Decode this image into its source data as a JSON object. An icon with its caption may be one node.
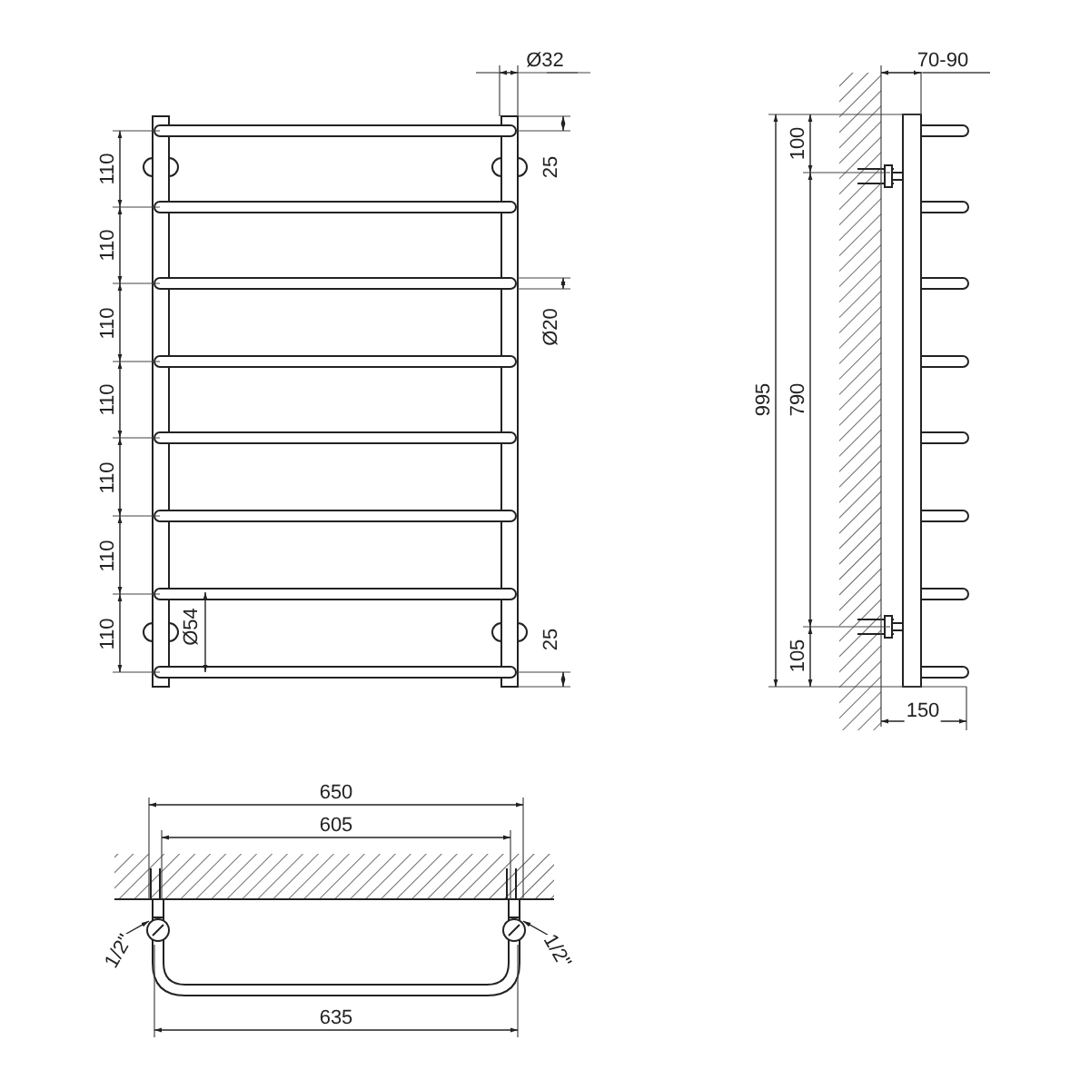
{
  "diagram": {
    "labels": [
      "Ø32",
      "25",
      "Ø20",
      "25",
      "110",
      "110",
      "110",
      "110",
      "110",
      "110",
      "110",
      "Ø54",
      "70-90",
      "100",
      "995",
      "790",
      "105",
      "150",
      "650",
      "605",
      "1/2\"",
      "1/2\"",
      "635"
    ]
  }
}
